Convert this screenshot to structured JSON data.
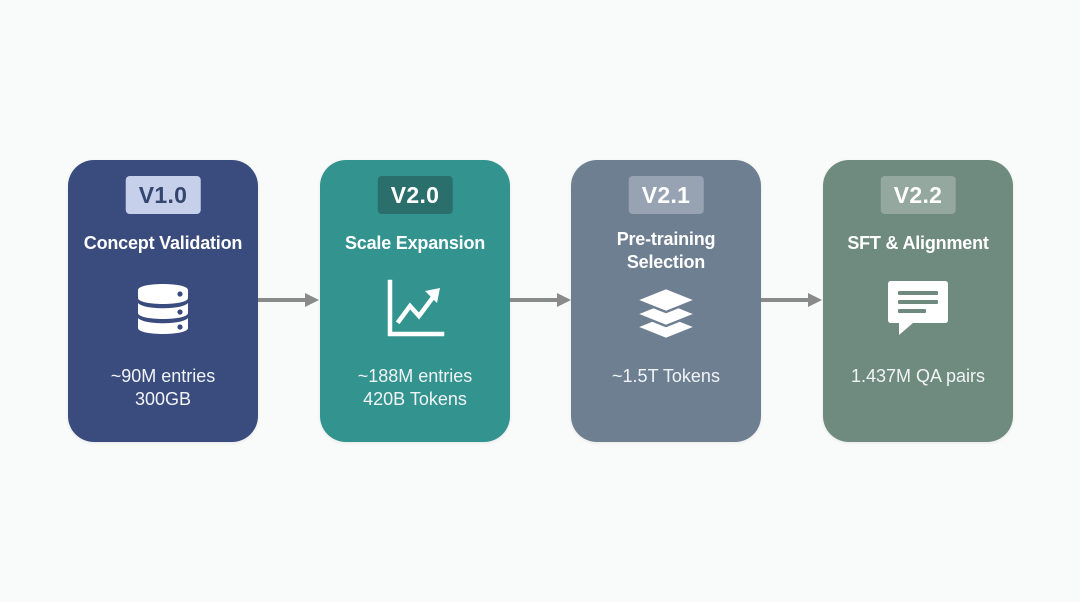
{
  "stages": [
    {
      "version": "V1.0",
      "title_lines": [
        "Concept Validation"
      ],
      "icon": "database-icon",
      "stats": [
        "~90M entries",
        "300GB"
      ],
      "color": "#3a4b7e",
      "badge_color": "#c7d0ea",
      "badge_text_color": "#34466f"
    },
    {
      "version": "V2.0",
      "title_lines": [
        "Scale Expansion"
      ],
      "icon": "line-chart-icon",
      "stats": [
        "~188M entries",
        "420B Tokens"
      ],
      "color": "#33948f",
      "badge_color": "#2a6f6b",
      "badge_text_color": "#ffffff"
    },
    {
      "version": "V2.1",
      "title_lines": [
        "Pre-training",
        "Selection"
      ],
      "icon": "layers-icon",
      "stats": [
        "~1.5T Tokens"
      ],
      "color": "#6f7f92",
      "badge_color": "#97a3b2",
      "badge_text_color": "#ffffff"
    },
    {
      "version": "V2.2",
      "title_lines": [
        "SFT & Alignment"
      ],
      "icon": "chat-bubble-icon",
      "stats": [
        "1.437M QA pairs"
      ],
      "color": "#6f8a7f",
      "badge_color": "#94a89f",
      "badge_text_color": "#ffffff"
    }
  ],
  "arrow_color": "#8a8a8a"
}
